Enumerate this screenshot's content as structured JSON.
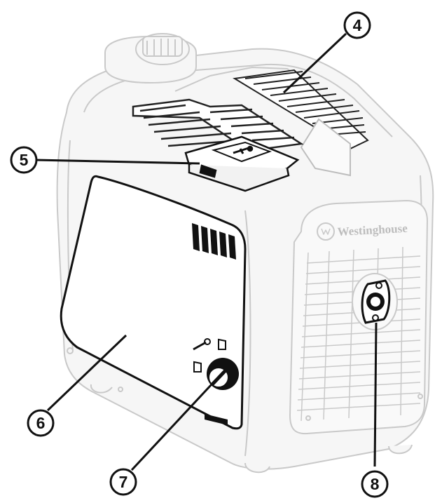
{
  "brand": {
    "text": "Westinghouse"
  },
  "callouts": [
    {
      "id": "4",
      "label": "4"
    },
    {
      "id": "5",
      "label": "5"
    },
    {
      "id": "6",
      "label": "6"
    },
    {
      "id": "7",
      "label": "7"
    },
    {
      "id": "8",
      "label": "8"
    }
  ],
  "colors": {
    "ghost_outline": "#c8c8c8",
    "ghost_fill": "#f3f3f3",
    "highlight": "#111111",
    "background": "#ffffff"
  }
}
